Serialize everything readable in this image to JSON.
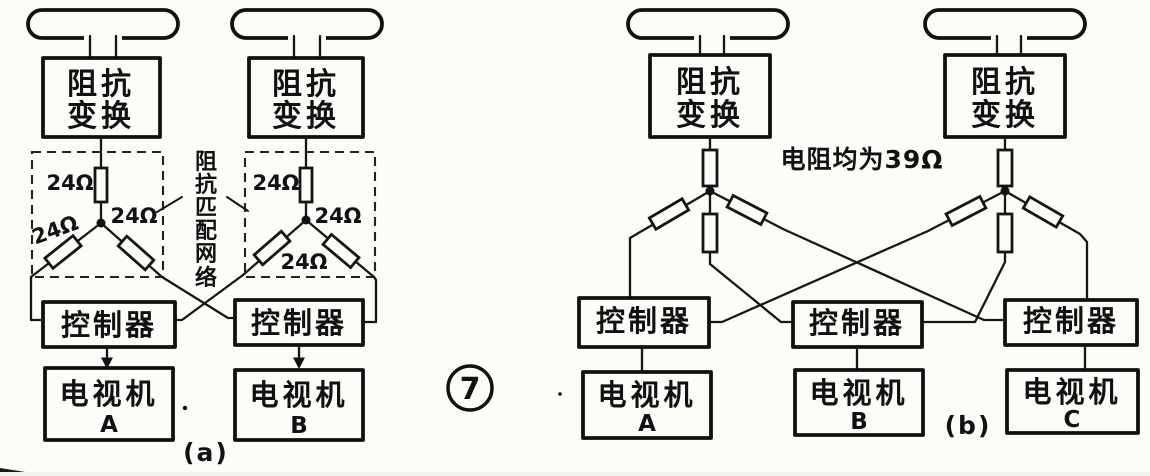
{
  "figure": {
    "number": "7"
  },
  "shared": {
    "impedance_box_line1": "阻抗",
    "impedance_box_line2": "变换",
    "controller_label": "控制器",
    "tv_label": "电视机"
  },
  "diagram_a": {
    "caption": "(a)",
    "resistor_value": "24Ω",
    "matching_network_label": "阻抗匹配网络",
    "matching_network_chars": [
      "阻",
      "抗",
      "匹",
      "配",
      "网",
      "络"
    ],
    "tv_letters": [
      "A",
      "B"
    ]
  },
  "diagram_b": {
    "caption": "(b)",
    "resistance_note": "电阻均为39Ω",
    "tv_letters": [
      "A",
      "B",
      "C"
    ]
  }
}
